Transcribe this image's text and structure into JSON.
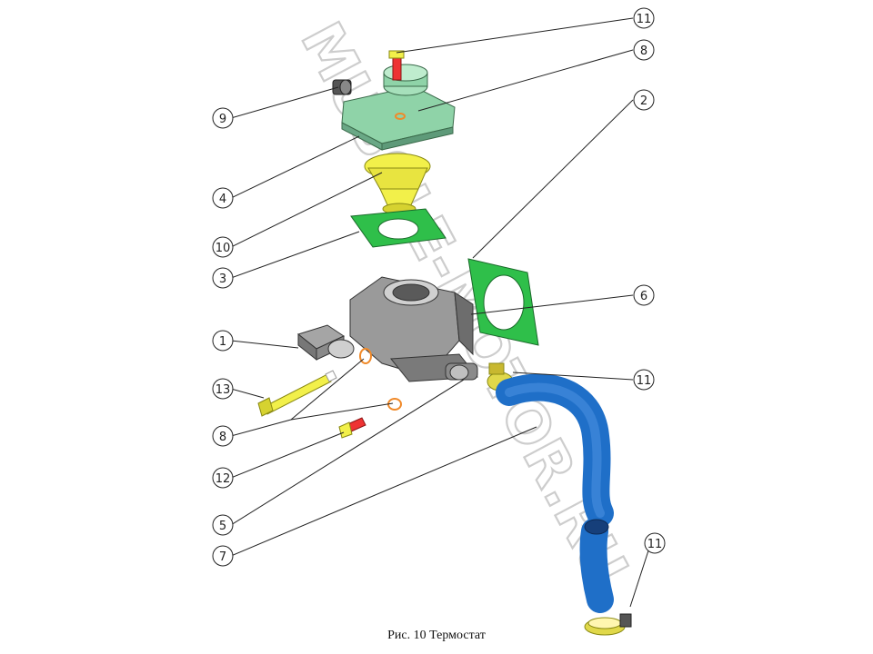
{
  "caption": "Рис. 10 Термостат",
  "watermark": "MUSCLE-MOTOR.RU",
  "callouts": [
    {
      "id": "11",
      "label": "11"
    },
    {
      "id": "8",
      "label": "8"
    },
    {
      "id": "2",
      "label": "2"
    },
    {
      "id": "9",
      "label": "9"
    },
    {
      "id": "4",
      "label": "4"
    },
    {
      "id": "10",
      "label": "10"
    },
    {
      "id": "3",
      "label": "3"
    },
    {
      "id": "6",
      "label": "6"
    },
    {
      "id": "1",
      "label": "1"
    },
    {
      "id": "11b",
      "label": "11"
    },
    {
      "id": "13",
      "label": "13"
    },
    {
      "id": "8b",
      "label": "8"
    },
    {
      "id": "12",
      "label": "12"
    },
    {
      "id": "5",
      "label": "5"
    },
    {
      "id": "7",
      "label": "7"
    },
    {
      "id": "11c",
      "label": "11"
    }
  ],
  "colors": {
    "housing_cover": "#8fd3a8",
    "thermostat": "#f2f04a",
    "gasket": "#2fbf4a",
    "hose": "#1f6fc8",
    "body": "#9a9a9a",
    "bolt_red": "#e33",
    "washer": "#f08a2a"
  }
}
